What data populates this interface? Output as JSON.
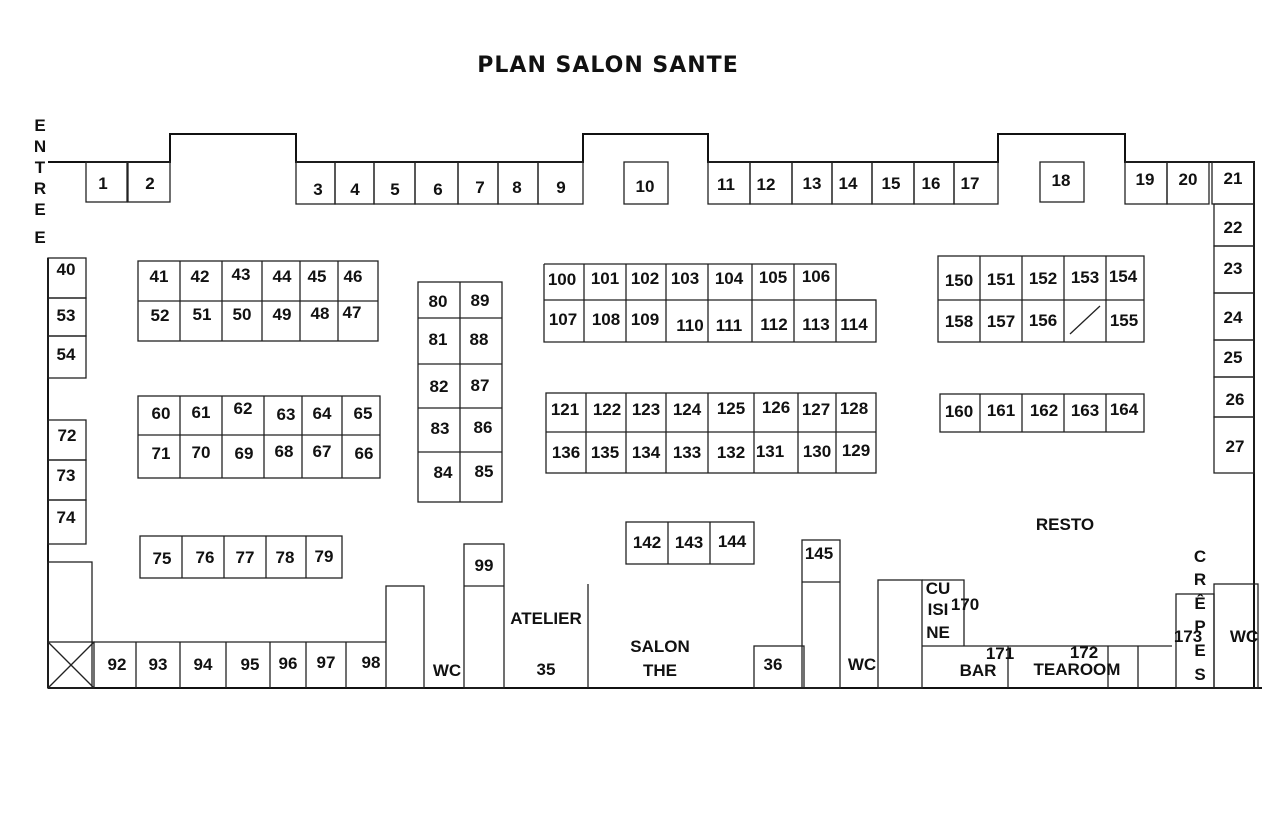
{
  "title": "PLAN SALON SANTE",
  "labels": {
    "entree": [
      "E",
      "N",
      "T",
      "R",
      "E",
      "E"
    ],
    "crepes": [
      "C",
      "R",
      "Ê",
      "P",
      "E",
      "S"
    ],
    "cuisine": [
      "CU",
      "ISI",
      "NE"
    ],
    "atelier": "ATELIER",
    "atelier_num": "35",
    "salon": "SALON",
    "the": "THE",
    "wc": "WC",
    "resto": "RESTO",
    "bar": "BAR",
    "tearoom": "TEAROOM"
  },
  "stands": {
    "top": [
      "1",
      "2",
      "3",
      "4",
      "5",
      "6",
      "7",
      "8",
      "9",
      "10",
      "11",
      "12",
      "13",
      "14",
      "15",
      "16",
      "17",
      "18",
      "19",
      "20",
      "21"
    ],
    "right": [
      "22",
      "23",
      "24",
      "25",
      "26",
      "27"
    ],
    "left": [
      "40",
      "53",
      "54",
      "72",
      "73",
      "74"
    ],
    "block_a_top": [
      "41",
      "42",
      "43",
      "44",
      "45",
      "46"
    ],
    "block_a_bottom": [
      "52",
      "51",
      "50",
      "49",
      "48",
      "47"
    ],
    "block_b_top": [
      "60",
      "61",
      "62",
      "63",
      "64",
      "65"
    ],
    "block_b_bottom": [
      "71",
      "70",
      "69",
      "68",
      "67",
      "66"
    ],
    "row_75": [
      "75",
      "76",
      "77",
      "78",
      "79"
    ],
    "col_left": [
      "80",
      "81",
      "82",
      "83",
      "84"
    ],
    "col_right": [
      "89",
      "88",
      "87",
      "86",
      "85"
    ],
    "block_c_top": [
      "100",
      "101",
      "102",
      "103",
      "104",
      "105",
      "106"
    ],
    "block_c_bottom": [
      "107",
      "108",
      "109",
      "110",
      "111",
      "112",
      "113",
      "114"
    ],
    "block_d_top": [
      "121",
      "122",
      "123",
      "124",
      "125",
      "126",
      "127",
      "128"
    ],
    "block_d_bottom": [
      "136",
      "135",
      "134",
      "133",
      "132",
      "131",
      "130",
      "129"
    ],
    "row_142": [
      "142",
      "143",
      "144"
    ],
    "block_e_top": [
      "150",
      "151",
      "152",
      "153",
      "154"
    ],
    "block_e_bottom": [
      "158",
      "157",
      "156",
      "",
      "155"
    ],
    "row_160": [
      "160",
      "161",
      "162",
      "163",
      "164"
    ],
    "bottom": [
      "92",
      "93",
      "94",
      "95",
      "96",
      "97",
      "98"
    ],
    "misc": [
      "99",
      "36",
      "145",
      "170",
      "171",
      "172",
      "173"
    ]
  }
}
